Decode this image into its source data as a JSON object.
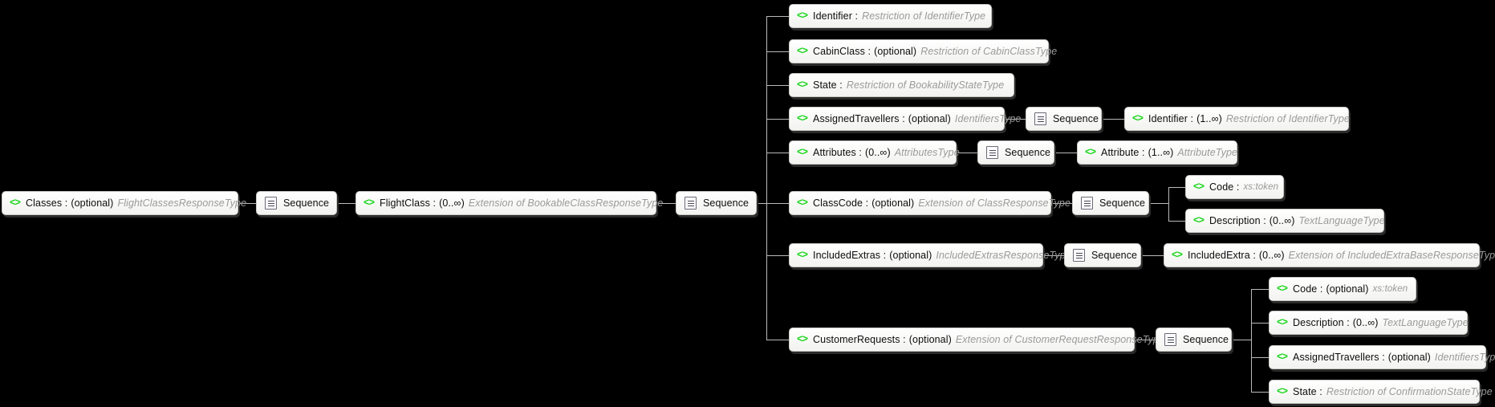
{
  "diagram": {
    "type": "xsd-schema-tree",
    "title": "Classes / FlightClass schema tree",
    "background_color": "#000000",
    "node_fill": "#ffffff",
    "element_icon_color": "#19d619",
    "type_text_color": "#9a9a9a",
    "connector_color": "#b9b9b9",
    "icons": {
      "element": "<>",
      "sequence": "sequence-icon"
    },
    "sequence_label": "Sequence"
  },
  "nodes": {
    "classes": {
      "icon": "<>",
      "name": "Classes :",
      "card": "(optional)",
      "type": "FlightClassesResponseType"
    },
    "seq_classes": {
      "label": "Sequence"
    },
    "flightclass": {
      "icon": "<>",
      "name": "FlightClass :",
      "card": "(0..∞)",
      "type": "Extension of BookableClassResponseType"
    },
    "seq_flightclass": {
      "label": "Sequence"
    },
    "identifier": {
      "icon": "<>",
      "name": "Identifier :",
      "card": "",
      "type": "Restriction of IdentifierType"
    },
    "cabinclass": {
      "icon": "<>",
      "name": "CabinClass :",
      "card": "(optional)",
      "type": "Restriction of CabinClassType"
    },
    "state": {
      "icon": "<>",
      "name": "State :",
      "card": "",
      "type": "Restriction of BookabilityStateType"
    },
    "assignedtravellers": {
      "icon": "<>",
      "name": "AssignedTravellers :",
      "card": "(optional)",
      "type": "IdentifiersType"
    },
    "seq_assignedtravellers": {
      "label": "Sequence"
    },
    "at_identifier": {
      "icon": "<>",
      "name": "Identifier :",
      "card": "(1..∞)",
      "type": "Restriction of IdentifierType"
    },
    "attributes": {
      "icon": "<>",
      "name": "Attributes :",
      "card": "(0..∞)",
      "type": "AttributesType"
    },
    "seq_attributes": {
      "label": "Sequence"
    },
    "attribute": {
      "icon": "<>",
      "name": "Attribute :",
      "card": "(1..∞)",
      "type": "AttributeType"
    },
    "classcode": {
      "icon": "<>",
      "name": "ClassCode :",
      "card": "(optional)",
      "type": "Extension of ClassResponseType"
    },
    "seq_classcode": {
      "label": "Sequence"
    },
    "cc_code": {
      "icon": "<>",
      "name": "Code :",
      "card": "",
      "type": "xs:token"
    },
    "cc_description": {
      "icon": "<>",
      "name": "Description :",
      "card": "(0..∞)",
      "type": "TextLanguageType"
    },
    "includedextras": {
      "icon": "<>",
      "name": "IncludedExtras :",
      "card": "(optional)",
      "type": "IncludedExtrasResponseType"
    },
    "seq_includedextras": {
      "label": "Sequence"
    },
    "includedextra": {
      "icon": "<>",
      "name": "IncludedExtra :",
      "card": "(0..∞)",
      "type": "Extension of IncludedExtraBaseResponseType"
    },
    "customerrequests": {
      "icon": "<>",
      "name": "CustomerRequests :",
      "card": "(optional)",
      "type": "Extension of CustomerRequestResponseType"
    },
    "seq_customerrequests": {
      "label": "Sequence"
    },
    "cr_code": {
      "icon": "<>",
      "name": "Code :",
      "card": "(optional)",
      "type": "xs:token"
    },
    "cr_description": {
      "icon": "<>",
      "name": "Description :",
      "card": "(0..∞)",
      "type": "TextLanguageType"
    },
    "cr_assignedtravellers": {
      "icon": "<>",
      "name": "AssignedTravellers :",
      "card": "(optional)",
      "type": "IdentifiersType"
    },
    "cr_state": {
      "icon": "<>",
      "name": "State :",
      "card": "",
      "type": "Restriction of ConfirmationStateType"
    }
  }
}
